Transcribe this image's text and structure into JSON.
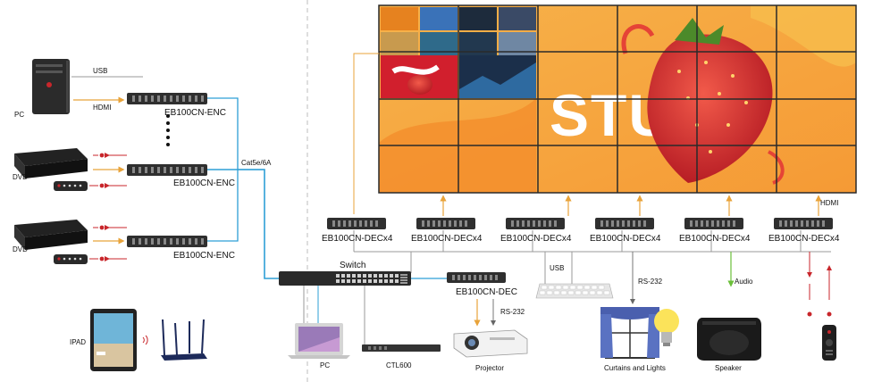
{
  "encoders": {
    "sources": [
      "PC",
      "DVD",
      "DVD"
    ],
    "enc_label": "EB100CN-ENC",
    "usb": "USB",
    "hdmi": "HDMI"
  },
  "links": {
    "cat": "Cat5e/6A",
    "hdmi_wall": "HDMI",
    "usb": "USB",
    "rs232_a": "RS-232",
    "rs232_b": "RS-232",
    "audio": "Audio"
  },
  "switch": {
    "label": "Switch"
  },
  "decoders": {
    "dec_label": "EB100CN-DECx4",
    "single_label": "EB100CN-DEC",
    "count": 6
  },
  "wall": {
    "word": "STUDY"
  },
  "bottom": {
    "ipad": "IPAD",
    "pc": "PC",
    "ctl": "CTL600",
    "projector": "Projector",
    "curtains": "Curtains and Lights",
    "speaker": "Speaker"
  },
  "colors": {
    "cat_line": "#2e9fd6",
    "orange": "#e8a33a",
    "red": "#c8262b",
    "green": "#6bbf3a",
    "gray_line": "#9a9a9a",
    "wall_orange": "#f5a640"
  }
}
